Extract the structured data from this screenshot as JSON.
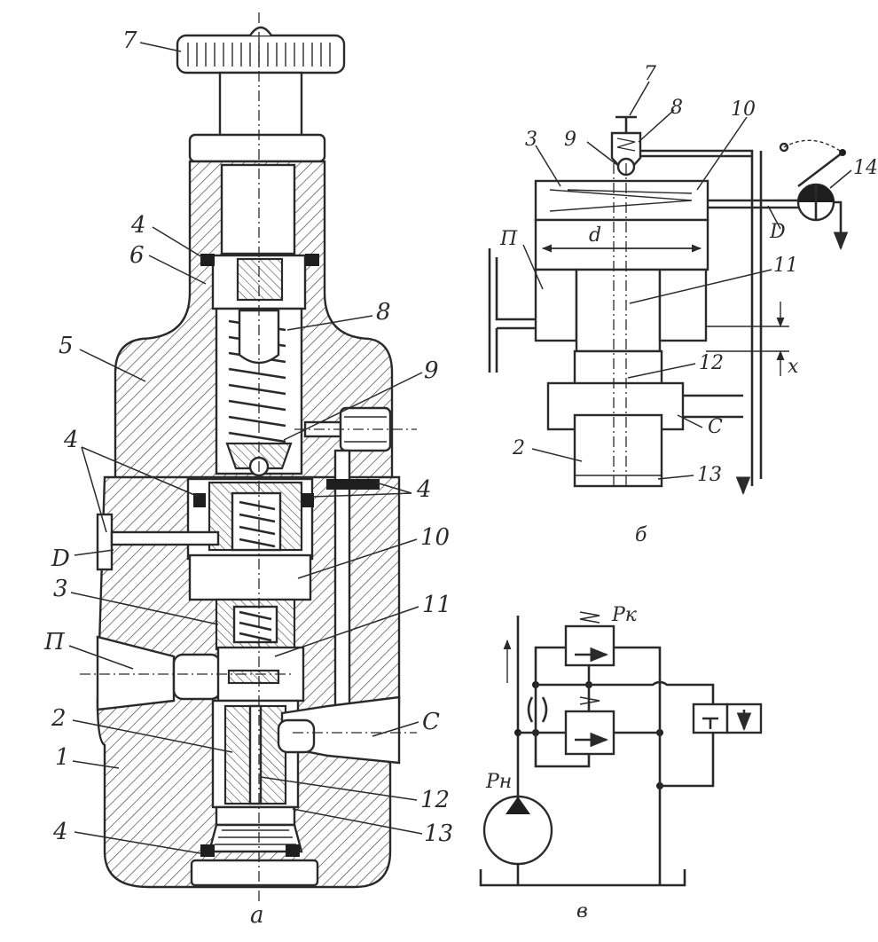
{
  "figure": {
    "sub_a": "а",
    "sub_b": "б",
    "sub_c": "в"
  },
  "labels_a": {
    "l7": "7",
    "l4_top": "4",
    "l6": "6",
    "l8": "8",
    "l5": "5",
    "l9": "9",
    "l4_left": "4",
    "l4_right": "4",
    "lD": "D",
    "l10": "10",
    "l3": "3",
    "l11": "11",
    "lP": "П",
    "lC": "C",
    "l2": "2",
    "l1": "1",
    "l12": "12",
    "l4_bottom": "4",
    "l13": "13"
  },
  "labels_b": {
    "l7": "7",
    "l8": "8",
    "l10": "10",
    "l9": "9",
    "l3": "3",
    "l14": "14",
    "lP": "П",
    "ld": "d",
    "lD": "D",
    "l11": "11",
    "lx": "x",
    "l12": "12",
    "lC": "C",
    "l2": "2",
    "l13": "13"
  },
  "labels_c": {
    "pk": "Pк",
    "pn": "Pн"
  }
}
